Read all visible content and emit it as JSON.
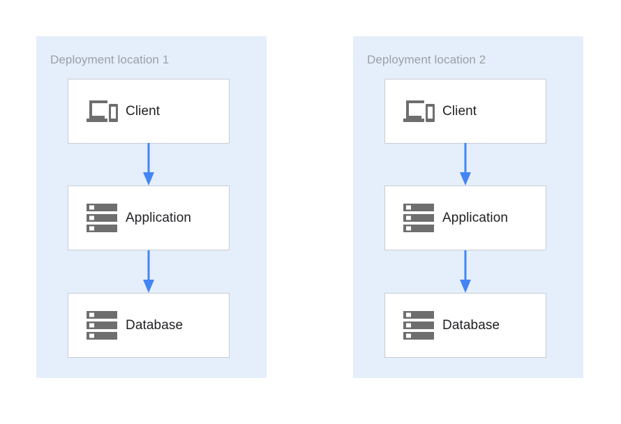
{
  "diagram": {
    "type": "deployment-architecture",
    "title": "",
    "colors": {
      "zone_background": "#e5eefb",
      "node_background": "#ffffff",
      "node_border": "#c6cdd4",
      "arrow": "#4285f4",
      "icon_gray": "#6e6e6e",
      "zone_title_text": "#9aa0a6",
      "node_label_text": "#202124",
      "page_background": "#ffffff"
    },
    "zones": [
      {
        "id": "deployment-location-1",
        "title": "Deployment location 1",
        "nodes": [
          {
            "id": "client",
            "label": "Client",
            "icon": "devices-icon"
          },
          {
            "id": "application",
            "label": "Application",
            "icon": "server-icon"
          },
          {
            "id": "database",
            "label": "Database",
            "icon": "database-server-icon"
          }
        ],
        "connectors": [
          {
            "from": "client",
            "to": "application",
            "icon": "down-arrow-icon"
          },
          {
            "from": "application",
            "to": "database",
            "icon": "down-arrow-icon"
          }
        ]
      },
      {
        "id": "deployment-location-2",
        "title": "Deployment location 2",
        "nodes": [
          {
            "id": "client",
            "label": "Client",
            "icon": "devices-icon"
          },
          {
            "id": "application",
            "label": "Application",
            "icon": "server-icon"
          },
          {
            "id": "database",
            "label": "Database",
            "icon": "database-server-icon"
          }
        ],
        "connectors": [
          {
            "from": "client",
            "to": "application",
            "icon": "down-arrow-icon"
          },
          {
            "from": "application",
            "to": "database",
            "icon": "down-arrow-icon"
          }
        ]
      }
    ]
  }
}
